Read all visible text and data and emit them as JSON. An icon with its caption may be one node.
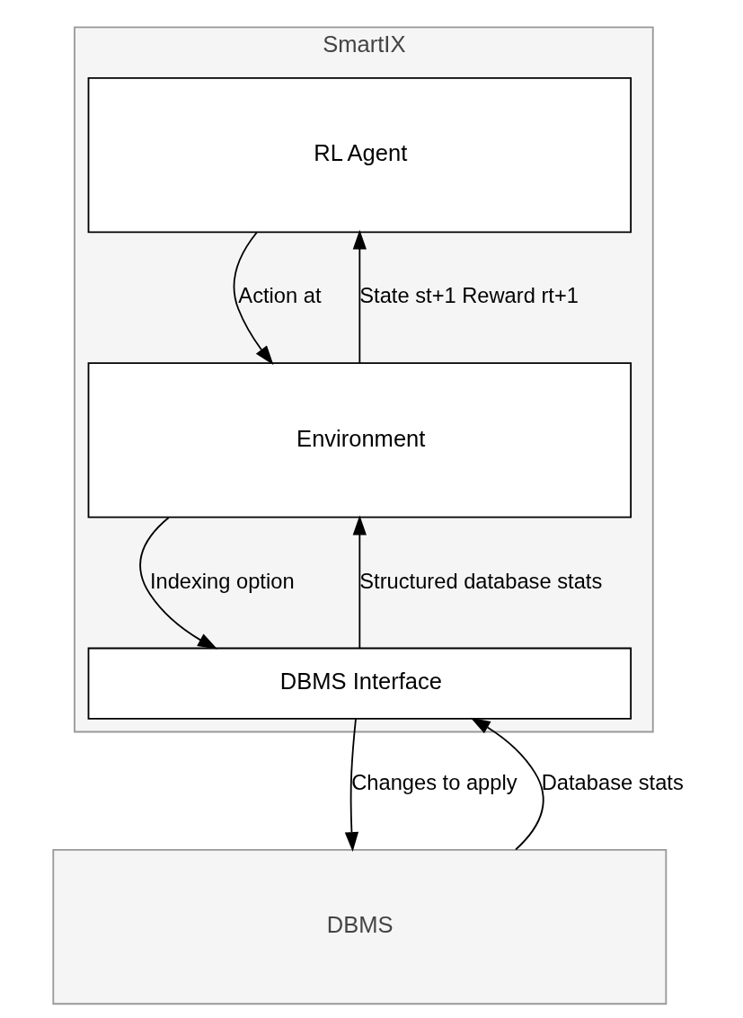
{
  "diagram": {
    "nodes": [
      {
        "text": [
          "SmartIX"
        ]
      },
      {
        "text": [
          "RL Agent"
        ],
        "in": 0
      },
      {
        "text": [
          "Environment"
        ],
        "in": 0
      },
      {
        "text": [
          "DBMS Interface"
        ],
        "in": 0
      },
      {
        "text": [
          "DBMS"
        ]
      }
    ],
    "edges": [
      {
        "from": 1,
        "to": 2,
        "arrow": "to",
        "label": "Action at"
      },
      {
        "from": 2,
        "to": 1,
        "arrow": "to",
        "label": "State st+1 Reward rt+1"
      },
      {
        "from": 2,
        "to": 3,
        "arrow": "to",
        "label": "Indexing option"
      },
      {
        "from": 3,
        "to": 2,
        "arrow": "to",
        "label": "Structured database stats"
      },
      {
        "from": 3,
        "to": 4,
        "arrow": "to",
        "label": "Changes to apply"
      },
      {
        "from": 4,
        "to": 3,
        "arrow": "to",
        "label": "Database stats"
      }
    ]
  }
}
